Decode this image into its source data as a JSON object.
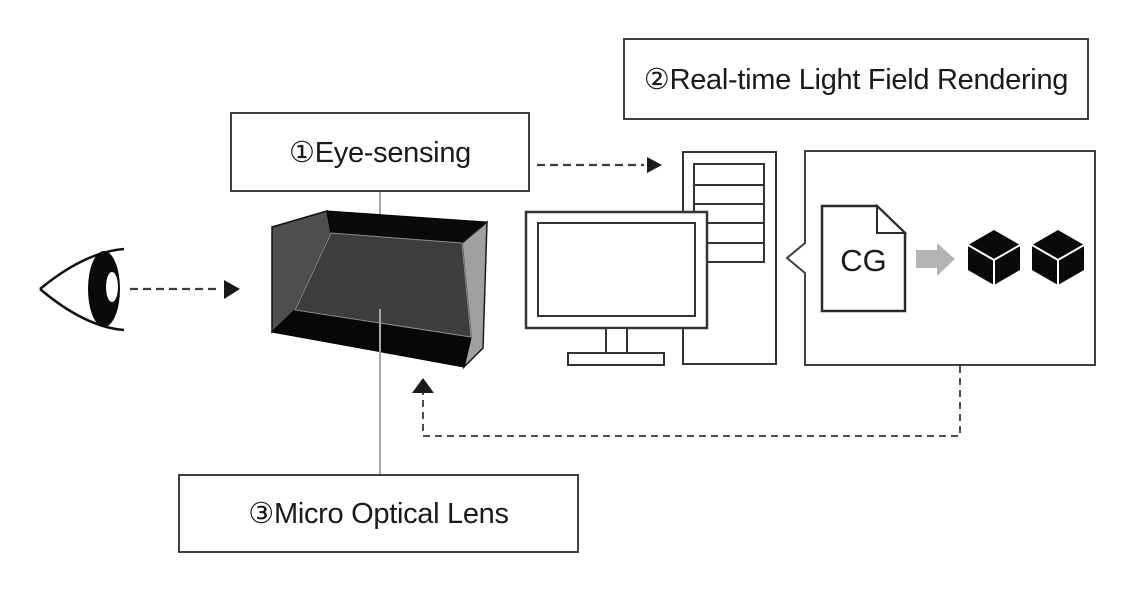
{
  "diagram_title": "Eye-sensing and real-time light field rendering spatial display diagram",
  "labels": {
    "eye_sensing": "①Eye-sensing",
    "light_field_rendering": "②Real-time Light Field Rendering",
    "micro_optical_lens": "③Micro Optical Lens"
  },
  "callout": {
    "document_label": "CG"
  },
  "icons": {
    "eye": "eye-icon",
    "gaze_arrow": "dashed-arrow-right-icon",
    "display_device": "spatial-display-device-icon",
    "monitor": "desktop-monitor-icon",
    "tower": "pc-tower-icon",
    "cg_document": "cg-document-icon",
    "render_arrow": "gray-arrow-right-icon",
    "cubes": "3d-cube-icon",
    "feedback_arrow": "dashed-feedback-arrow-icon"
  },
  "colors": {
    "background": "#ffffff",
    "outline": "#3f3f3f",
    "text": "#1a1a1a",
    "device_left_face": "#4f4f4f",
    "device_screen_face": "#3d3d3d",
    "device_right_face": "#a0a0a0",
    "device_black_band": "#0a0a0a",
    "connector_line": "#a8a8a8",
    "render_arrow_fill": "#b3b3b3",
    "cube_fill": "#0a0a0a",
    "dashed_arrow": "#3d3d3d",
    "feedback_dashed": "#4d4d4d"
  }
}
